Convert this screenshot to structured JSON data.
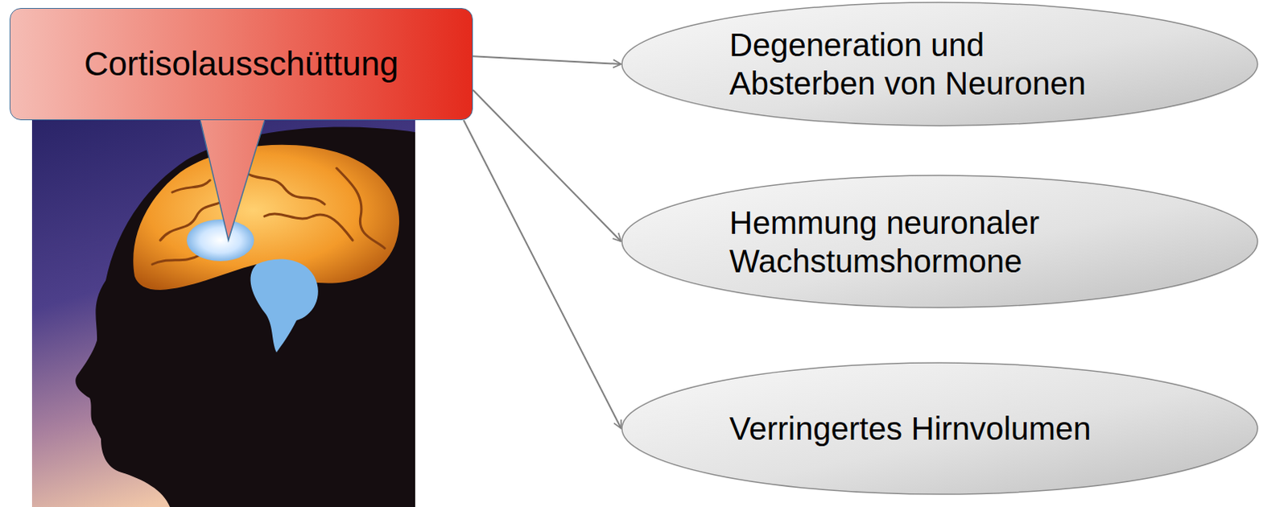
{
  "diagram": {
    "nodes": [
      {
        "text": [
          "Cortisolausschüttung"
        ]
      },
      {
        "text": [
          "Degeneration und Absterben von Neuronen"
        ]
      },
      {
        "text": [
          "Hemmung neuronaler Wachstumshormone"
        ]
      },
      {
        "text": [
          "Verringertes Hirnvolumen"
        ]
      }
    ],
    "edges": [
      {
        "from": 0,
        "to": 1,
        "arrow": "to"
      },
      {
        "from": 0,
        "to": 2,
        "arrow": "to"
      },
      {
        "from": 0,
        "to": 3,
        "arrow": "to"
      }
    ]
  }
}
